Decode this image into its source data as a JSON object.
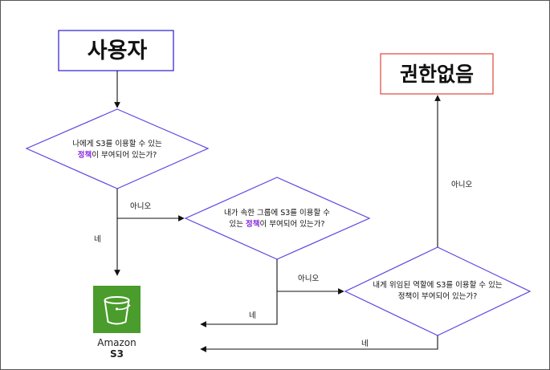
{
  "nodes": {
    "user": {
      "label": "사용자"
    },
    "denied": {
      "label": "권한없음"
    },
    "q1": {
      "line1": "나에게 S3를 이용할 수 있는",
      "line2_highlight": "정책",
      "line2_rest": "이 부여되어 있는가?"
    },
    "q2": {
      "line1": "내가 속한 그룹에 S3를 이용할 수",
      "line2_pre": "있는 ",
      "line2_highlight": "정책",
      "line2_rest": "이 부여되어 있는가?"
    },
    "q3": {
      "line1": "내게 위임된 역할에 S3를 이용할 수 있는",
      "line2": "정책이 부여되어 있는가?"
    },
    "s3": {
      "name1": "Amazon",
      "name2": "S3"
    }
  },
  "edges": {
    "q1_no": "아니오",
    "q1_yes": "네",
    "q2_no": "아니오",
    "q2_yes": "네",
    "q3_no": "아니오",
    "q3_yes": "네"
  },
  "colors": {
    "user_border": "#3b2bd6",
    "denied_border": "#e0554a",
    "diamond_border": "#5b47e0",
    "highlight": "#8a2be2",
    "s3_green": "#4a9c2c"
  },
  "icons": {
    "s3": "bucket-icon"
  }
}
